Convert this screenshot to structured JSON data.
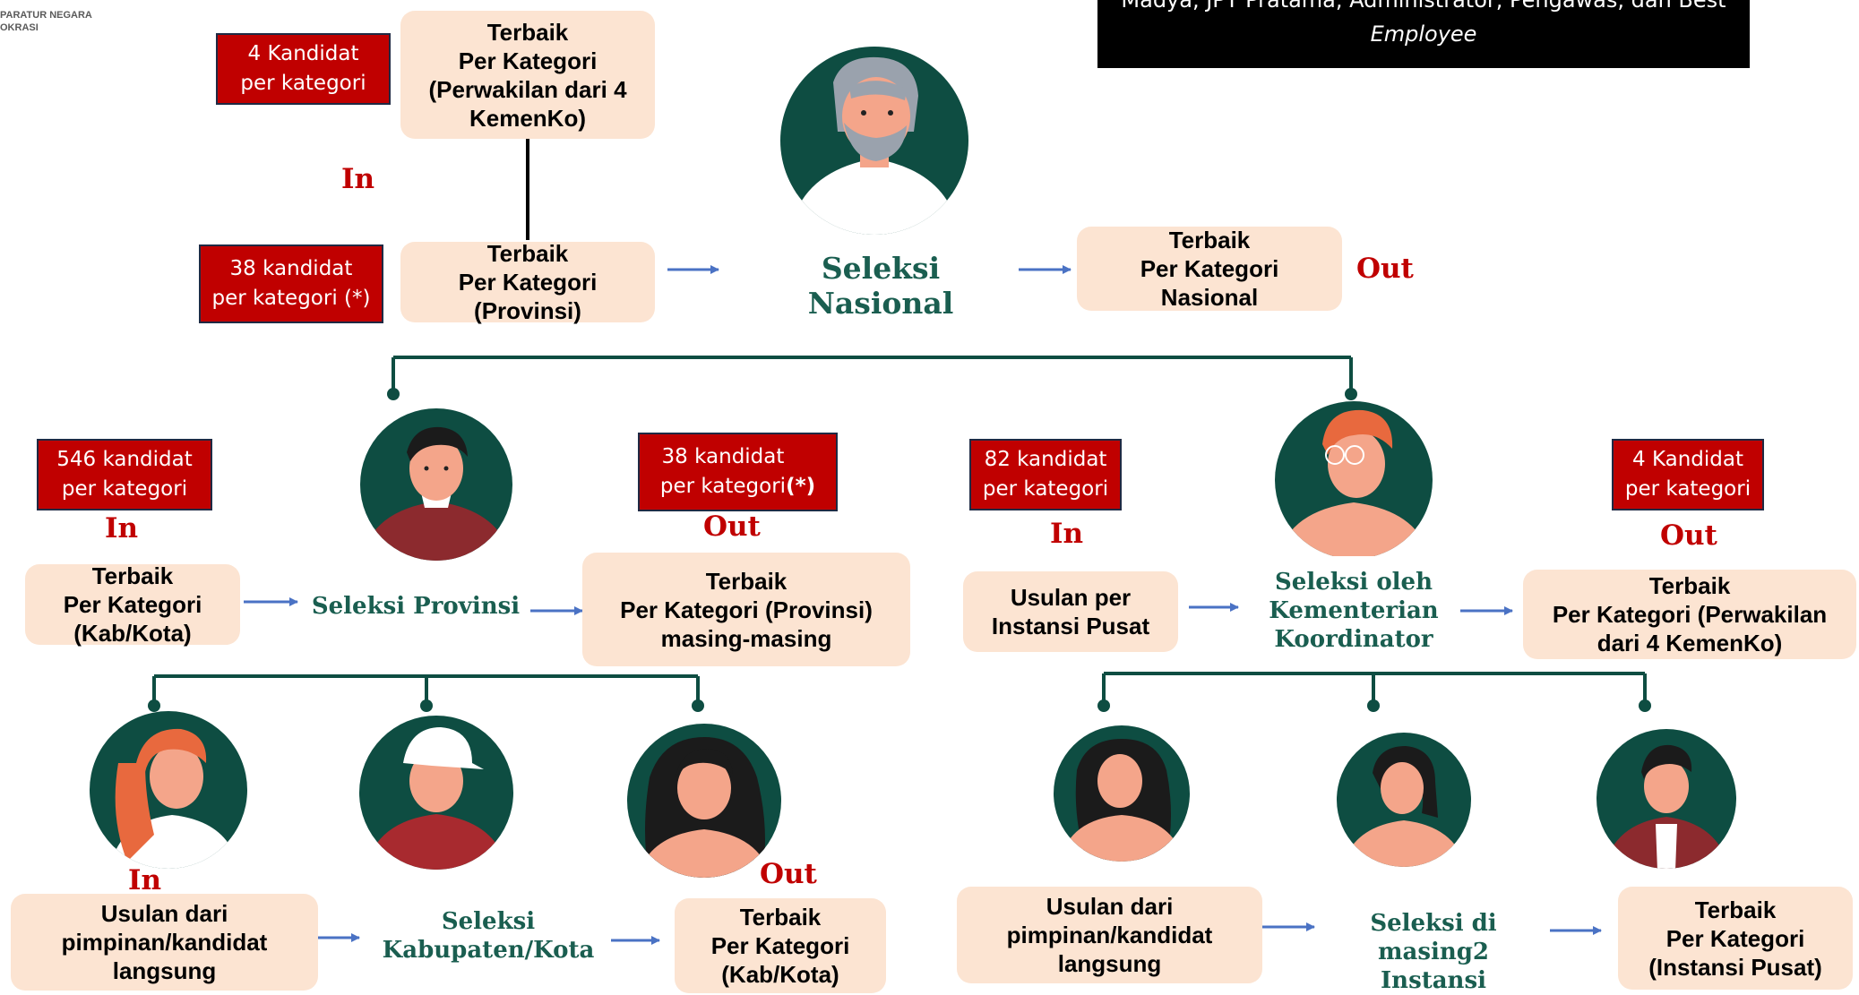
{
  "logo": {
    "text": "PARATUR NEGARA\nOKRASI"
  },
  "banner": {
    "line1": "Madya, JPT Pratama, Administrator, Pengawas, dan Best",
    "line2": "Employee"
  },
  "top": {
    "count_kemenko": "4 Kandidat\nper kategori",
    "box_kemenko": "Terbaik\nPer Kategori\n(Perwakilan dari 4\nKemenKo)",
    "in_label": "In",
    "count_provinsi": "38 kandidat\nper kategori (*)",
    "box_provinsi": "Terbaik\nPer Kategori\n(Provinsi)",
    "selection": "Seleksi Nasional",
    "box_nasional": "Terbaik\nPer Kategori\nNasional",
    "out_label": "Out"
  },
  "provinsi": {
    "count_in": "546 kandidat\nper kategori",
    "in_label": "In",
    "box_in": "Terbaik\nPer Kategori\n(Kab/Kota)",
    "selection": "Seleksi Provinsi",
    "count_out_text": "38 kandidat\nper kategori ",
    "count_out_mark": "(*)",
    "out_label": "Out",
    "box_out": "Terbaik\nPer Kategori (Provinsi)\nmasing-masing"
  },
  "kemenko": {
    "count_in": "82 kandidat\nper kategori",
    "in_label": "In",
    "box_in": "Usulan per\nInstansi Pusat",
    "selection": "Seleksi oleh\nKementerian\nKoordinator",
    "count_out": "4 Kandidat\nper kategori",
    "out_label": "Out",
    "box_out": "Terbaik\nPer Kategori (Perwakilan\ndari 4 KemenKo)"
  },
  "kabkota": {
    "in_label": "In",
    "box_in": "Usulan dari\npimpinan/kandidat\nlangsung",
    "selection": "Seleksi\nKabupaten/Kota",
    "out_label": "Out",
    "box_out": "Terbaik\nPer Kategori\n(Kab/Kota)"
  },
  "instansi": {
    "box_in": "Usulan dari\npimpinan/kandidat\nlangsung",
    "selection": "Seleksi  di masing2\nInstansi",
    "box_out": "Terbaik\nPer Kategori\n(Instansi Pusat)"
  },
  "colors": {
    "peach": "#fce4d2",
    "red_box": "#c00000",
    "teal": "#0e4d42",
    "arrow": "#4a72c4",
    "label_red": "#c00000",
    "selection_green": "#1a5e50"
  }
}
